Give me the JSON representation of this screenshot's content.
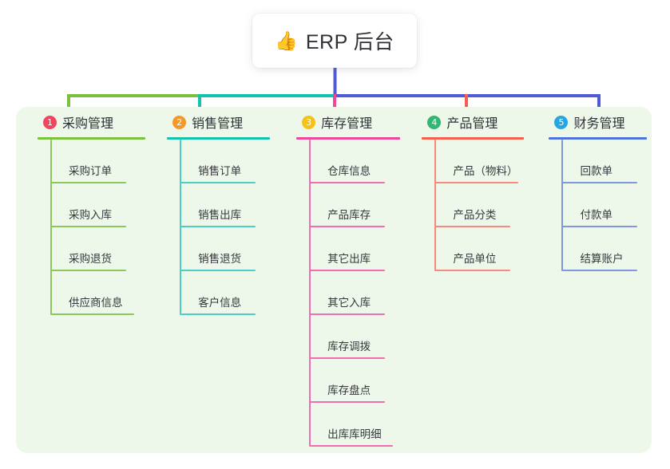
{
  "root": {
    "icon": "thumbs-up-icon",
    "icon_glyph": "👍",
    "title": "ERP 后台"
  },
  "theme": {
    "panel_bg": "#eef8ea",
    "card_bg": "#ffffff",
    "text": "#2f3136",
    "connector_center": "#4f5bd5",
    "connector_left": "#7cc03f",
    "connector_mid": "#14c2ae"
  },
  "columns": [
    {
      "index": "1",
      "badge_color": "#f0455f",
      "rule_color": "#7cc03f",
      "line_color": "#8dc65b",
      "drop_color": "#7cc03f",
      "title": "采购管理",
      "items": [
        {
          "label": "采购订单"
        },
        {
          "label": "采购入库"
        },
        {
          "label": "采购退货"
        },
        {
          "label": "供应商信息"
        }
      ]
    },
    {
      "index": "2",
      "badge_color": "#f5982a",
      "rule_color": "#14c2ae",
      "line_color": "#49cfc3",
      "drop_color": "#14c2ae",
      "title": "销售管理",
      "items": [
        {
          "label": "销售订单"
        },
        {
          "label": "销售出库"
        },
        {
          "label": "销售退货"
        },
        {
          "label": "客户信息"
        }
      ]
    },
    {
      "index": "3",
      "badge_color": "#f5c21a",
      "rule_color": "#ec4899",
      "line_color": "#f06eb0",
      "drop_color": "#ec4899",
      "title": "库存管理",
      "items": [
        {
          "label": "仓库信息"
        },
        {
          "label": "产品库存"
        },
        {
          "label": "其它出库"
        },
        {
          "label": "其它入库"
        },
        {
          "label": "库存调拨"
        },
        {
          "label": "库存盘点"
        },
        {
          "label": "出库库明细"
        }
      ]
    },
    {
      "index": "4",
      "badge_color": "#2eb872",
      "rule_color": "#f4604f",
      "line_color": "#f58a7e",
      "drop_color": "#f4604f",
      "title": "产品管理",
      "items": [
        {
          "label": "产品（物料）"
        },
        {
          "label": "产品分类"
        },
        {
          "label": "产品单位"
        }
      ]
    },
    {
      "index": "5",
      "badge_color": "#24a7e0",
      "rule_color": "#4f74d6",
      "line_color": "#8197dd",
      "drop_color": "#4f5bd5",
      "title": "财务管理",
      "items": [
        {
          "label": "回款单"
        },
        {
          "label": "付款单"
        },
        {
          "label": "结算账户"
        }
      ]
    }
  ]
}
